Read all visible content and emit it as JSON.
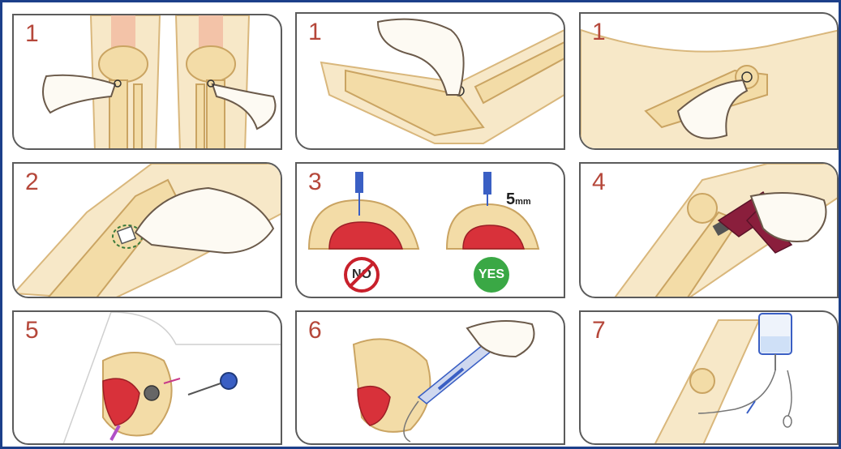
{
  "panels": [
    {
      "step": "1",
      "scene": "tibia-palpation"
    },
    {
      "step": "1",
      "scene": "ankle-malleolus-palpation"
    },
    {
      "step": "1",
      "scene": "humeral-head-palpation"
    },
    {
      "step": "2",
      "scene": "skin-disinfection"
    },
    {
      "step": "3",
      "scene": "needle-depth-check",
      "depth_value": "5",
      "depth_unit": "mm",
      "no_label": "NO",
      "yes_label": "YES"
    },
    {
      "step": "4",
      "scene": "drill-insertion"
    },
    {
      "step": "5",
      "scene": "stylet-removal"
    },
    {
      "step": "6",
      "scene": "syringe-flush"
    },
    {
      "step": "7",
      "scene": "iv-bag-connection"
    }
  ],
  "colors": {
    "frame_border": "#1c3f8a",
    "step_number": "#b5473a",
    "bone": "#f3dca7",
    "marrow": "#d8313a",
    "no_badge": "#c8202b",
    "yes_badge": "#3aa845",
    "drill": "#8a1e3c",
    "needle": "#3a5fc4"
  }
}
